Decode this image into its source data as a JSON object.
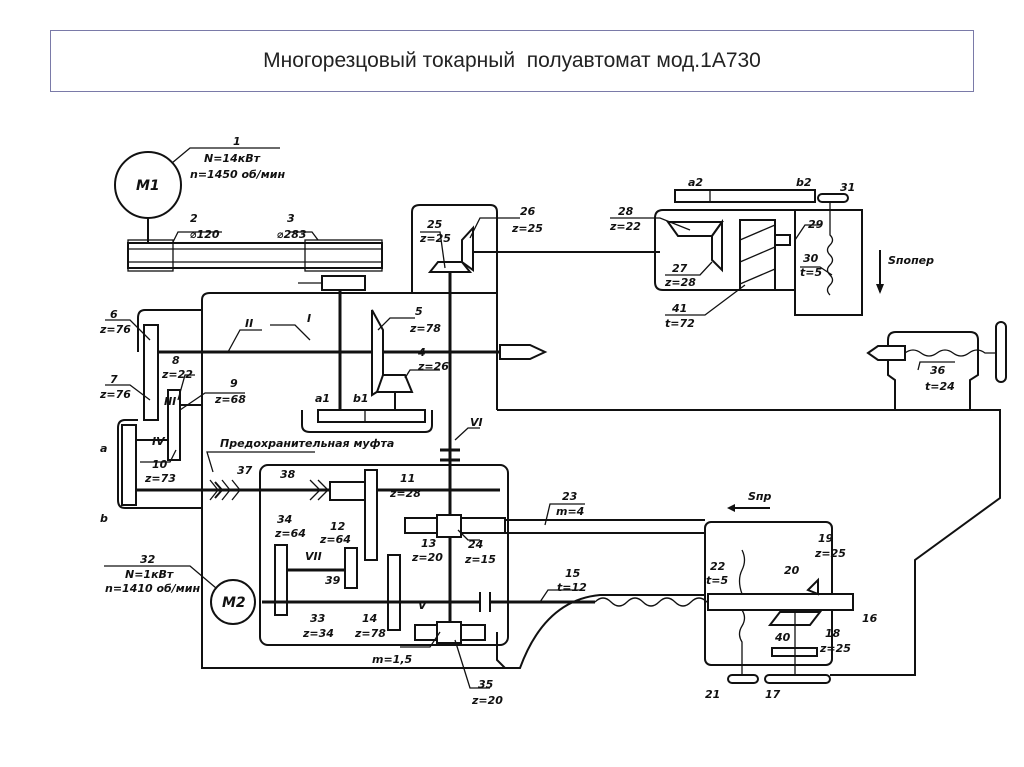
{
  "title": "Многорезцовый токарный  полуавтомат мод.1А730",
  "labels": {
    "m1": "M1",
    "m2": "M2",
    "n1": "1",
    "m1_power": "N=14кВт",
    "m1_speed": "n=1450 об/мин",
    "n2": "2",
    "d120": "⌀120",
    "n3": "3",
    "d283": "⌀283",
    "shaft1": "I",
    "shaft2": "II",
    "shaft3": "III",
    "shaft4": "IV",
    "shaft5": "V",
    "shaft6": "VI",
    "shaft7": "VII",
    "n4": "4",
    "z26": "z=26",
    "n5": "5",
    "z78a": "z=78",
    "n6": "6",
    "z76a": "z=76",
    "n7": "7",
    "z76b": "z=76",
    "n8": "8",
    "z22a": "z=22",
    "n9": "9",
    "z68": "z=68",
    "n10": "10",
    "z73": "z=73",
    "a": "a",
    "b": "b",
    "a1": "a1",
    "b1": "b1",
    "a2": "a2",
    "b2": "b2",
    "n25": "25",
    "z25a": "z=25",
    "n26": "26",
    "z25b": "z=25",
    "n28": "28",
    "z22b": "z=22",
    "n27": "27",
    "z28a": "z=28",
    "n41": "41",
    "t72": "t=72",
    "n29": "29",
    "n30": "30",
    "t5a": "t=5",
    "n31": "31",
    "s_cross": "Sпопер",
    "n36": "36",
    "t24": "t=24",
    "clutch": "Предохранительная муфта",
    "n37": "37",
    "n38": "38",
    "n11": "11",
    "z28b": "z=28",
    "n12": "12",
    "z64a": "z=64",
    "n34": "34",
    "z64b": "z=64",
    "n13": "13",
    "z20a": "z=20",
    "n39": "39",
    "n33": "33",
    "z34": "z=34",
    "n14": "14",
    "z78b": "z=78",
    "n32": "32",
    "m2_power": "N=1кВт",
    "m2_speed": "n=1410 об/мин",
    "n24": "24",
    "z15": "z=15",
    "m15": "m=1,5",
    "n35": "35",
    "z20b": "z=20",
    "n23": "23",
    "m4": "m=4",
    "s_long": "Sпр",
    "n15": "15",
    "t12": "t=12",
    "n22": "22",
    "t5b": "t=5",
    "n20": "20",
    "n19": "19",
    "z25c": "z=25",
    "n16": "16",
    "n18": "18",
    "z25d": "z=25",
    "n40": "40",
    "n21": "21",
    "n17": "17"
  }
}
